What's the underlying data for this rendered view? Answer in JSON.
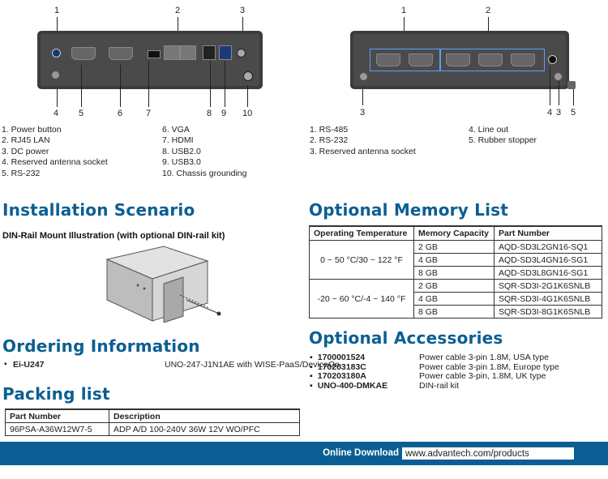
{
  "front_panel": {
    "callouts_top": [
      "1",
      "2",
      "3"
    ],
    "callouts_bottom": [
      "4",
      "5",
      "6",
      "7",
      "8",
      "9",
      "10"
    ],
    "items_left": [
      "1. Power button",
      "2. RJ45 LAN",
      "3. DC power",
      "4. Reserved antenna socket",
      "5. RS-232"
    ],
    "items_right": [
      "6. VGA",
      "7. HDMI",
      "8. USB2.0",
      "9. USB3.0",
      "10. Chassis grounding"
    ]
  },
  "rear_panel": {
    "callouts_top": [
      "1",
      "2"
    ],
    "callouts_bottom": [
      "3",
      "4",
      "3",
      "5"
    ],
    "items_left": [
      "1. RS-485",
      "2. RS-232",
      "3. Reserved antenna socket"
    ],
    "items_right": [
      "4. Line out",
      "5. Rubber stopper"
    ]
  },
  "installation": {
    "heading": "Installation Scenario",
    "subheading": "DIN-Rail Mount Illustration (with optional DIN-rail kit)"
  },
  "ordering": {
    "heading": "Ordering Information",
    "items": [
      {
        "part": "Ei-U247",
        "description": "UNO-247-J1N1AE with WISE-PaaS/DeviceOn"
      }
    ]
  },
  "packing": {
    "heading": "Packing list",
    "headers": [
      "Part Number",
      "Description"
    ],
    "rows": [
      [
        "96PSA-A36W12W7-5",
        "ADP A/D 100-240V 36W 12V WO/PFC"
      ]
    ]
  },
  "memory": {
    "heading": "Optional Memory List",
    "headers": [
      "Operating Temperature",
      "Memory Capacity",
      "Part Number"
    ],
    "groups": [
      {
        "temp": "0 ~ 50 °C/30 ~ 122 °F",
        "rows": [
          [
            "2 GB",
            "AQD-SD3L2GN16-SQ1"
          ],
          [
            "4 GB",
            "AQD-SD3L4GN16-SG1"
          ],
          [
            "8 GB",
            "AQD-SD3L8GN16-SG1"
          ]
        ]
      },
      {
        "temp": "-20 ~ 60 °C/-4 ~ 140 °F",
        "rows": [
          [
            "2 GB",
            "SQR-SD3I-2G1K6SNLB"
          ],
          [
            "4 GB",
            "SQR-SD3I-4G1K6SNLB"
          ],
          [
            "8 GB",
            "SQR-SD3I-8G1K6SNLB"
          ]
        ]
      }
    ]
  },
  "accessories": {
    "heading": "Optional Accessories",
    "items": [
      {
        "part": "1700001524",
        "description": "Power cable 3-pin 1.8M, USA  type"
      },
      {
        "part": "170203183C",
        "description": "Power cable 3-pin 1.8M, Europe type"
      },
      {
        "part": "170203180A",
        "description": "Power cable 3-pin, 1.8M, UK type"
      },
      {
        "part": "UNO-400-DMKAE",
        "description": "DIN-rail kit"
      }
    ]
  },
  "footer": {
    "label": "Online Download",
    "url": "www.advantech.com/products"
  },
  "colors": {
    "brand_blue": "#0b5e93"
  }
}
